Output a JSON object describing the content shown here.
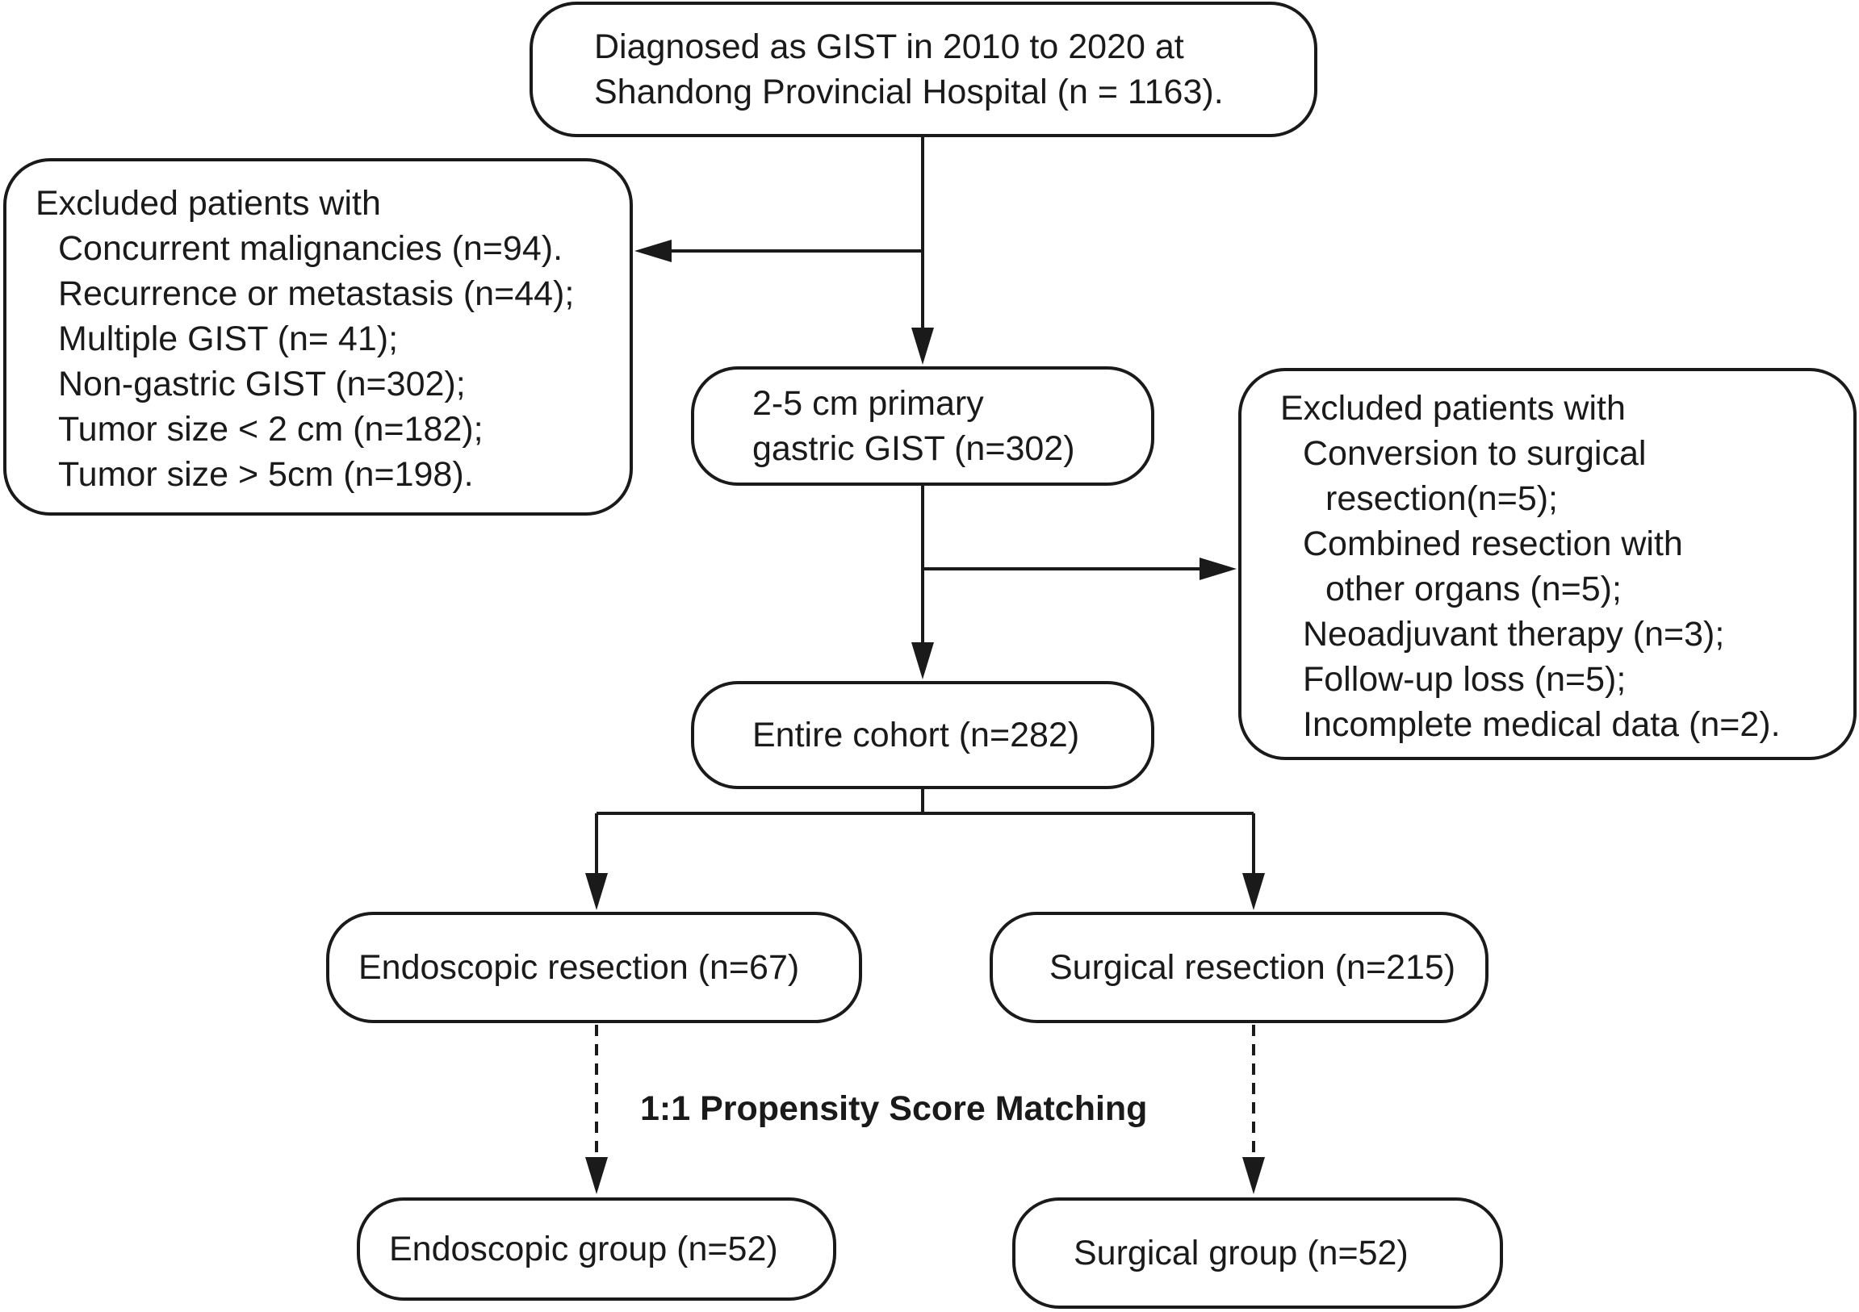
{
  "flowchart": {
    "source": {
      "lines": [
        "Diagnosed as GIST in 2010 to 2020 at",
        "Shandong Provincial Hospital (n = 1163)."
      ]
    },
    "exclusion_1": {
      "heading": "Excluded patients with",
      "items": [
        "Concurrent malignancies (n=94).",
        "Recurrence or metastasis (n=44);",
        "Multiple GIST (n= 41);",
        "Non-gastric GIST (n=302);",
        "Tumor size < 2 cm (n=182);",
        "Tumor size > 5cm (n=198)."
      ]
    },
    "primary": {
      "lines": [
        "2-5 cm primary",
        "gastric GIST (n=302)"
      ]
    },
    "exclusion_2": {
      "heading": "Excluded patients with",
      "items": [
        "Conversion to surgical",
        "resection(n=5);",
        "Combined resection with",
        "other organs (n=5);",
        "Neoadjuvant therapy (n=3);",
        "Follow-up loss (n=5);",
        "Incomplete medical data (n=2)."
      ]
    },
    "cohort": {
      "label": "Entire cohort (n=282)"
    },
    "endoscopic_resection": {
      "label": "Endoscopic resection (n=67)"
    },
    "surgical_resection": {
      "label": "Surgical resection (n=215)"
    },
    "matching": {
      "label": "1:1 Propensity Score Matching"
    },
    "endoscopic_group": {
      "label": "Endoscopic group (n=52)"
    },
    "surgical_group": {
      "label": "Surgical group (n=52)"
    }
  },
  "colors": {
    "stroke": "#1a1a1a",
    "background": "#ffffff"
  }
}
